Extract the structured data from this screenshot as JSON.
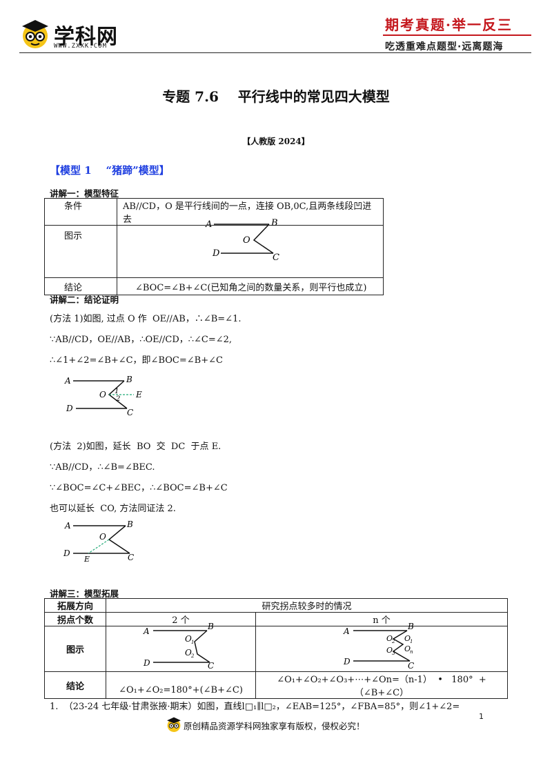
{
  "header": {
    "logo_text": "学科网",
    "logo_url": "WWW.ZXXK.COM",
    "slogan_top": "期考真题·举一反三",
    "slogan_bottom": "吃透重难点题型·远离题海"
  },
  "doc": {
    "title": "专题 7.6    平行线中的常见四大模型",
    "edition": "【人教版 2024】",
    "model_heading": "【模型 1    “猪蹄”模型】"
  },
  "section1": {
    "heading": "讲解一：模型特征",
    "rows": [
      {
        "label": "条件",
        "value": "AB//CD，O 是平行线间的一点，连接 OB,0C,且两条线段凹进去"
      },
      {
        "label": "图示",
        "value": ""
      },
      {
        "label": "结论",
        "value": "∠BOC=∠B+∠C(已知角之间的数量关系，则平行也成立)"
      }
    ]
  },
  "section2": {
    "heading": "讲解二：结论证明",
    "lines1": [
      "(方法 1)如图, 过点 O 作  OE//AB，∴∠B=∠1.",
      "∵AB//CD，OE//AB，∴OE//CD，∴∠C=∠2,",
      "∴∠1+∠2=∠B+∠C，即∠BOC=∠B+∠C"
    ],
    "lines2": [
      "(方法  2)如图，延长  BO  交  DC  于点 E.",
      "∵AB//CD，∴∠B=∠BEC.",
      "∵∠BOC=∠C+∠BEC，∴∠BOC=∠B+∠C",
      "也可以延长  CO, 方法同证法 2."
    ]
  },
  "section3": {
    "heading": "讲解三：模型拓展",
    "row1_label": "拓展方向",
    "row1_value": "研究拐点较多时的情况",
    "row2_label": "拐点个数",
    "col_two": "2 个",
    "col_n": "n 个",
    "row3_label": "图示",
    "row4_label": "结论",
    "concl_two": "∠O₁+∠O₂=180°+(∠B+∠C)",
    "concl_n_line1": "∠O₁+∠O₂+∠O₃+⋯+∠On=（n-1）  •   180°  +",
    "concl_n_line2": "（∠B+∠C）"
  },
  "question": {
    "text": "1.  （23-24 七年级·甘肃张掖·期末）如图，直线l□₁∥l□₂，∠EAB=125°，∠FBA=85°，则∠1+∠2="
  },
  "footer": {
    "page_number": "1",
    "copyright": "原创精品资源学科网独家享有版权，侵权必究！"
  },
  "labels": {
    "A": "A",
    "B": "B",
    "C": "C",
    "D": "D",
    "O": "O",
    "E": "E",
    "one": "1",
    "two": "2",
    "O1": "O",
    "O2": "O",
    "O3": "O",
    "On": "O",
    "s1": "1",
    "s2": "2",
    "s3": "3",
    "sn": "n"
  },
  "icons": [
    "owl-logo-icon",
    "owl-footer-icon"
  ]
}
